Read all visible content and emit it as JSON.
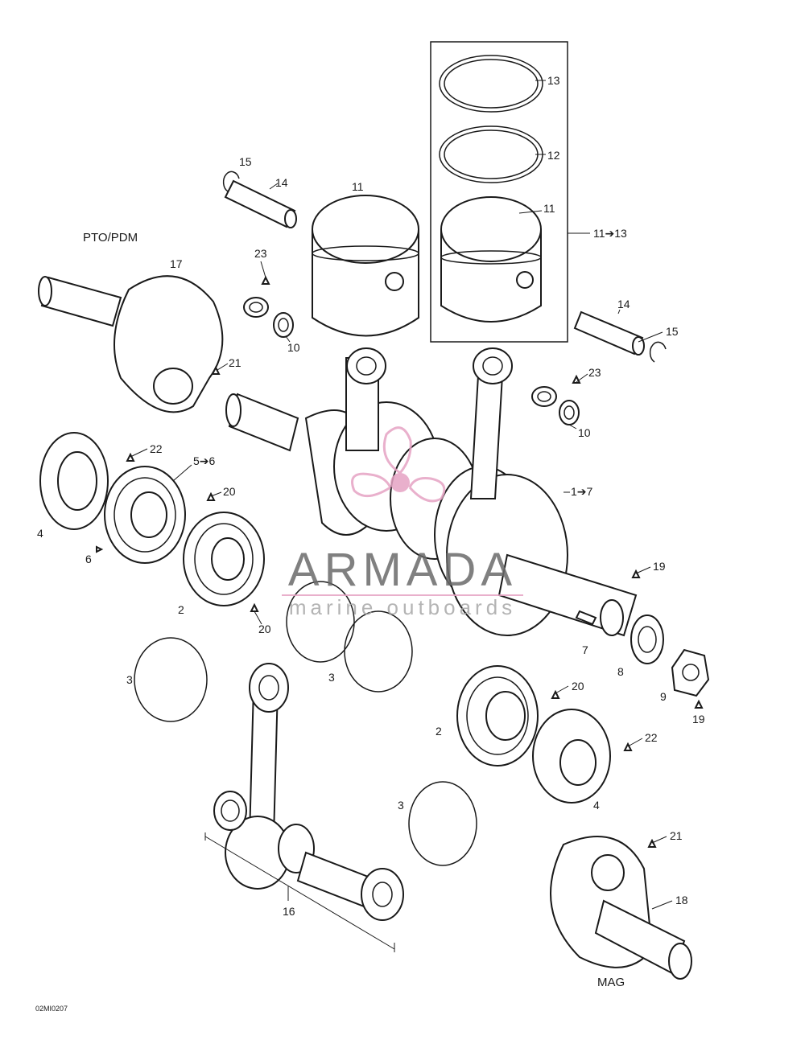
{
  "labels": {
    "pto": "PTO/PDM",
    "mag": "MAG",
    "drawing_code": "02MI0207"
  },
  "callouts": {
    "c13": "13",
    "c12": "12",
    "c11_top": "11",
    "c11_right": "11",
    "c11to13": "11➔13",
    "c15_left": "15",
    "c14_left": "14",
    "c14_right": "14",
    "c15_right": "15",
    "c23_left": "23",
    "c23_right": "23",
    "c10_left": "10",
    "c10_right": "10",
    "c17": "17",
    "c21_top": "21",
    "c22_left": "22",
    "c5to6": "5➔6",
    "c20_upper": "20",
    "c4_left": "4",
    "c6": "6",
    "c2_left": "2",
    "c20_lower": "20",
    "c1to7": "1➔7",
    "c19_upper": "19",
    "c7": "7",
    "c8": "8",
    "c9": "9",
    "c19_lower": "19",
    "c3_left": "3",
    "c3_mid": "3",
    "c20_right": "20",
    "c2_right": "2",
    "c22_right": "22",
    "c4_right": "4",
    "c3_lower": "3",
    "c16": "16",
    "c21_bottom": "21",
    "c18": "18"
  },
  "watermark": {
    "name": "ARMADA",
    "tagline": "marine outboards",
    "color": "#e6a3c4"
  }
}
